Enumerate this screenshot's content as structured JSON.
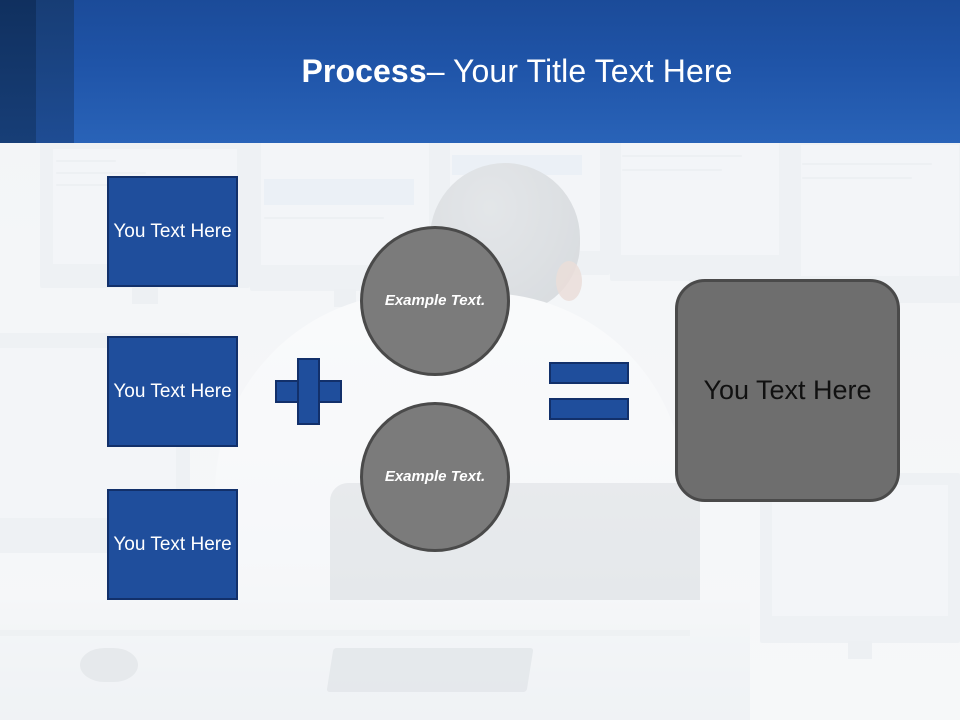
{
  "slide": {
    "header": {
      "title_bold": "Process",
      "title_rest": " – Your Title Text Here",
      "accent_dark": "#10305f",
      "accent_mid": "#1e4c93",
      "accent_main": "#1f54a8"
    },
    "diagram": {
      "input_boxes": [
        {
          "label": "You Text Here"
        },
        {
          "label": "You Text Here"
        },
        {
          "label": "You Text Here"
        }
      ],
      "plus_operator": "+",
      "circles": [
        {
          "label": "Example Text."
        },
        {
          "label": "Example Text."
        }
      ],
      "equals_operator": "=",
      "result": {
        "label": "You Text Here"
      },
      "colors": {
        "box_fill": "#1f4e9c",
        "box_border": "#12306a",
        "circle_fill": "#7b7b7b",
        "circle_border": "#4a4a4a",
        "result_fill": "#6e6e6e",
        "result_border": "#4a4a4a",
        "result_text": "#111111"
      }
    },
    "background": {
      "description": "faded office photo: man at desk with multiple monitors"
    }
  }
}
